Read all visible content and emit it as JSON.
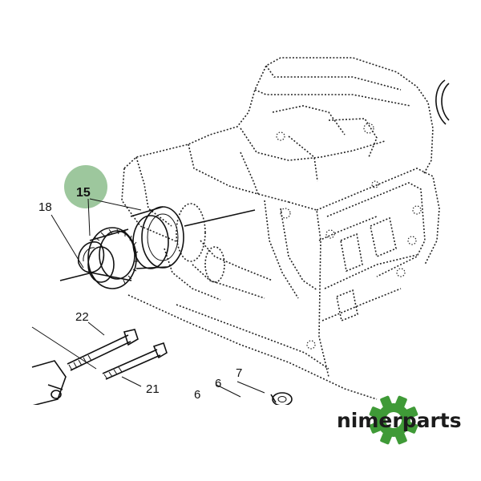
{
  "diagram": {
    "callouts": {
      "part_15": "15",
      "part_18": "18",
      "part_22": "22",
      "part_21": "21",
      "part_7": "7",
      "part_6a": "6",
      "part_6b": "6"
    },
    "highlight_color": "#9dc79d"
  },
  "brand": {
    "logo_text": "nimerparts",
    "gear_color": "#3f9a37"
  }
}
